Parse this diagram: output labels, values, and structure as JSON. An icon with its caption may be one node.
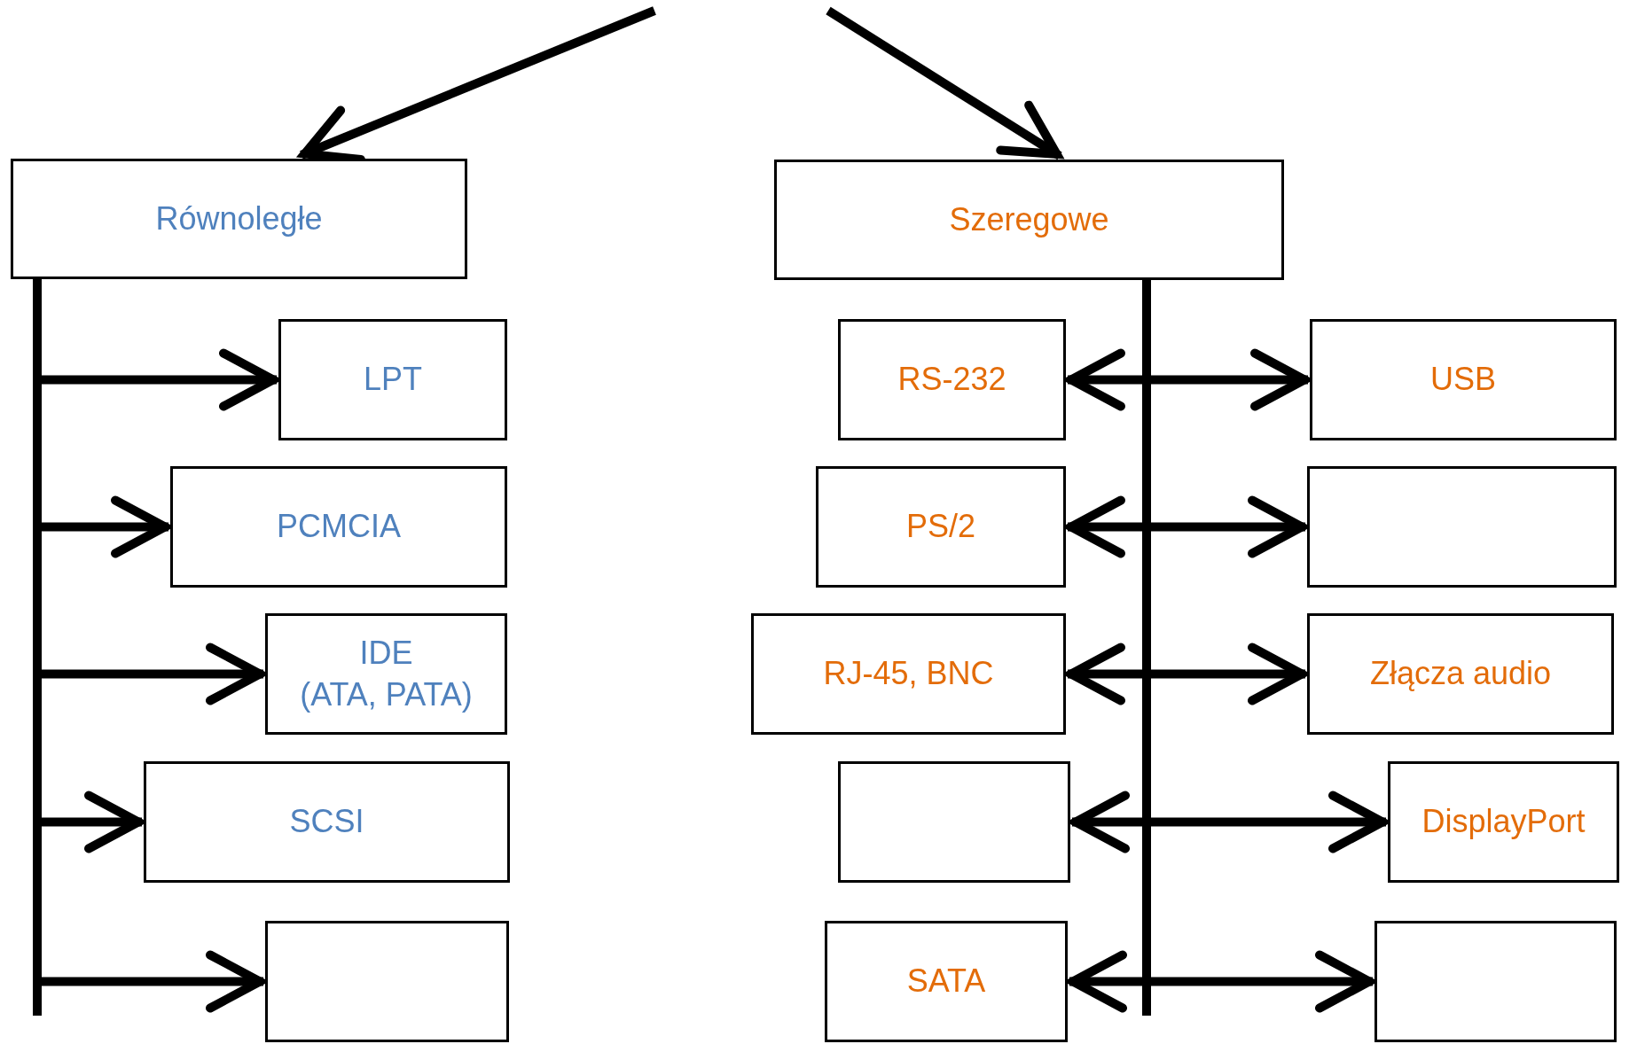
{
  "diagram": {
    "nodes": [
      {
        "text": [
          "Równoległe"
        ]
      },
      {
        "text": [
          "LPT"
        ]
      },
      {
        "text": [
          "PCMCIA"
        ]
      },
      {
        "text": [
          "IDE",
          "(ATA, PATA)"
        ]
      },
      {
        "text": [
          "SCSI"
        ]
      },
      {
        "text": [],
        "shape": "box"
      },
      {
        "text": [
          "Szeregowe"
        ]
      },
      {
        "text": [
          "RS-232"
        ]
      },
      {
        "text": [
          "USB"
        ]
      },
      {
        "text": [
          "PS/2"
        ]
      },
      {
        "text": [],
        "shape": "box"
      },
      {
        "text": [
          "RJ-45, BNC"
        ]
      },
      {
        "text": [
          "Złącza audio"
        ]
      },
      {
        "text": [],
        "shape": "box"
      },
      {
        "text": [
          "DisplayPort"
        ]
      },
      {
        "text": [
          "SATA"
        ]
      },
      {
        "text": [],
        "shape": "box"
      }
    ],
    "edges": [
      {
        "from": null,
        "to": 0,
        "arrow": "to"
      },
      {
        "from": null,
        "to": 6,
        "arrow": "to"
      },
      {
        "from": 0,
        "to": 1,
        "arrow": "to"
      },
      {
        "from": 0,
        "to": 2,
        "arrow": "to"
      },
      {
        "from": 0,
        "to": 3,
        "arrow": "to"
      },
      {
        "from": 0,
        "to": 4,
        "arrow": "to"
      },
      {
        "from": 0,
        "to": 5,
        "arrow": "to"
      },
      {
        "from": 6,
        "to": 7,
        "arrow": "to"
      },
      {
        "from": 6,
        "to": 8,
        "arrow": "to"
      },
      {
        "from": 6,
        "to": 9,
        "arrow": "to"
      },
      {
        "from": 6,
        "to": 10,
        "arrow": "to"
      },
      {
        "from": 6,
        "to": 11,
        "arrow": "to"
      },
      {
        "from": 6,
        "to": 12,
        "arrow": "to"
      },
      {
        "from": 6,
        "to": 13,
        "arrow": "to"
      },
      {
        "from": 6,
        "to": 14,
        "arrow": "to"
      },
      {
        "from": 6,
        "to": 15,
        "arrow": "to"
      },
      {
        "from": 6,
        "to": 16,
        "arrow": "to"
      }
    ]
  }
}
